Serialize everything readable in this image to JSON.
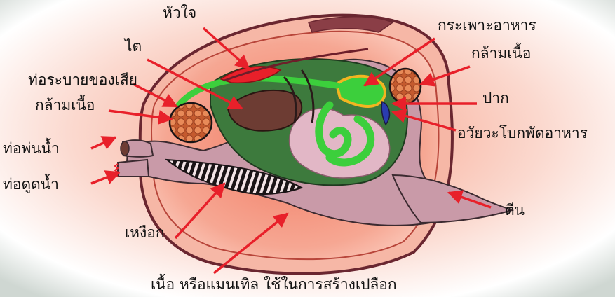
{
  "labels": {
    "heart": "หัวใจ",
    "kidney": "ไต",
    "stomach": "กระเพาะอาหาร",
    "muscle_right": "กล้ามเนื้อ",
    "excretory_tube": "ท่อระบายของเสีย",
    "muscle_left": "กล้ามเนื้อ",
    "mouth": "ปาก",
    "food_organ": "อวัยวะโบกพัดอาหาร",
    "exhalant_siphon": "ท่อพ่นน้ำ",
    "inhalant_siphon": "ท่อดูดน้ำ",
    "foot": "ตีน",
    "gill": "เหงือก",
    "mantle": "เนื้อ หรือแมนเทิล ใช้ในการสร้างเปลือก"
  },
  "colors": {
    "background_center": "#f4a48c",
    "shell_pink": "#f6b7a6",
    "shell_outline": "#6a2630",
    "body_purple": "#c99aa8",
    "organ_green": "#3d7a3d",
    "intestine_green": "#3ccf3c",
    "heart_red": "#e8202a",
    "kidney_brown": "#6d3c33",
    "muscle_orange": "#e06a3a",
    "arrow_red": "#e8202a"
  }
}
